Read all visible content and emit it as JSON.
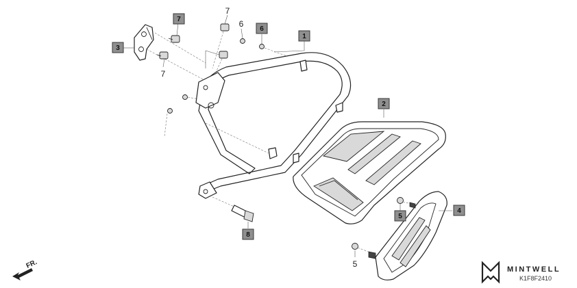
{
  "callouts": {
    "c1": "1",
    "c2": "2",
    "c3": "3",
    "c4": "4",
    "c5": "5",
    "c6": "6",
    "c7": "7",
    "c8": "8"
  },
  "labels": {
    "n7_top": "7",
    "n6_top": "6",
    "n7_left": "7",
    "n5_bottom": "5"
  },
  "direction": {
    "text": "FR."
  },
  "watermark": {
    "brand": "MINTWELL",
    "code": "K1F8F2410"
  },
  "icons": [
    "mintwell-logo-icon",
    "front-arrow-icon"
  ]
}
